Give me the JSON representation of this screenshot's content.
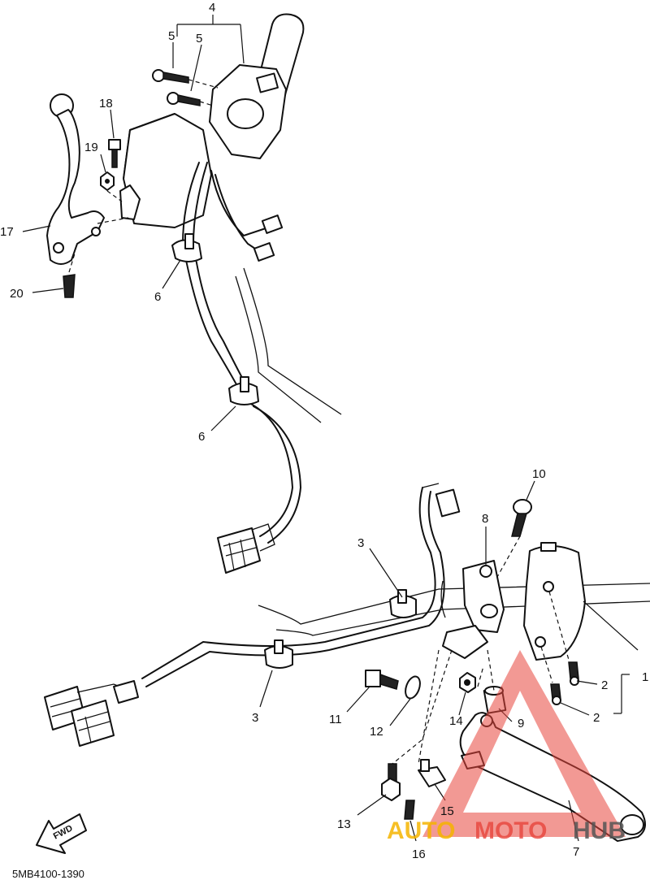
{
  "diagram": {
    "callouts": [
      {
        "id": "c1",
        "label": "1"
      },
      {
        "id": "c2a",
        "label": "2"
      },
      {
        "id": "c2b",
        "label": "2"
      },
      {
        "id": "c3a",
        "label": "3"
      },
      {
        "id": "c3b",
        "label": "3"
      },
      {
        "id": "c4",
        "label": "4"
      },
      {
        "id": "c5a",
        "label": "5"
      },
      {
        "id": "c5b",
        "label": "5"
      },
      {
        "id": "c6a",
        "label": "6"
      },
      {
        "id": "c6b",
        "label": "6"
      },
      {
        "id": "c7",
        "label": "7"
      },
      {
        "id": "c8",
        "label": "8"
      },
      {
        "id": "c9",
        "label": "9"
      },
      {
        "id": "c10",
        "label": "10"
      },
      {
        "id": "c11",
        "label": "11"
      },
      {
        "id": "c12",
        "label": "12"
      },
      {
        "id": "c13",
        "label": "13"
      },
      {
        "id": "c14",
        "label": "14"
      },
      {
        "id": "c15",
        "label": "15"
      },
      {
        "id": "c16",
        "label": "16"
      },
      {
        "id": "c17",
        "label": "17"
      },
      {
        "id": "c18",
        "label": "18"
      },
      {
        "id": "c19",
        "label": "19"
      },
      {
        "id": "c20",
        "label": "20"
      }
    ],
    "fwd_label": "FWD",
    "diagram_code": "5MB4100-1390"
  },
  "watermark": {
    "part1": "AUTO",
    "part2": "MOTO",
    "part3": "HUB",
    "colors": {
      "auto": "#f5b400",
      "moto": "#e8453c",
      "hub": "#555555",
      "triangle": "#e8453c"
    }
  }
}
